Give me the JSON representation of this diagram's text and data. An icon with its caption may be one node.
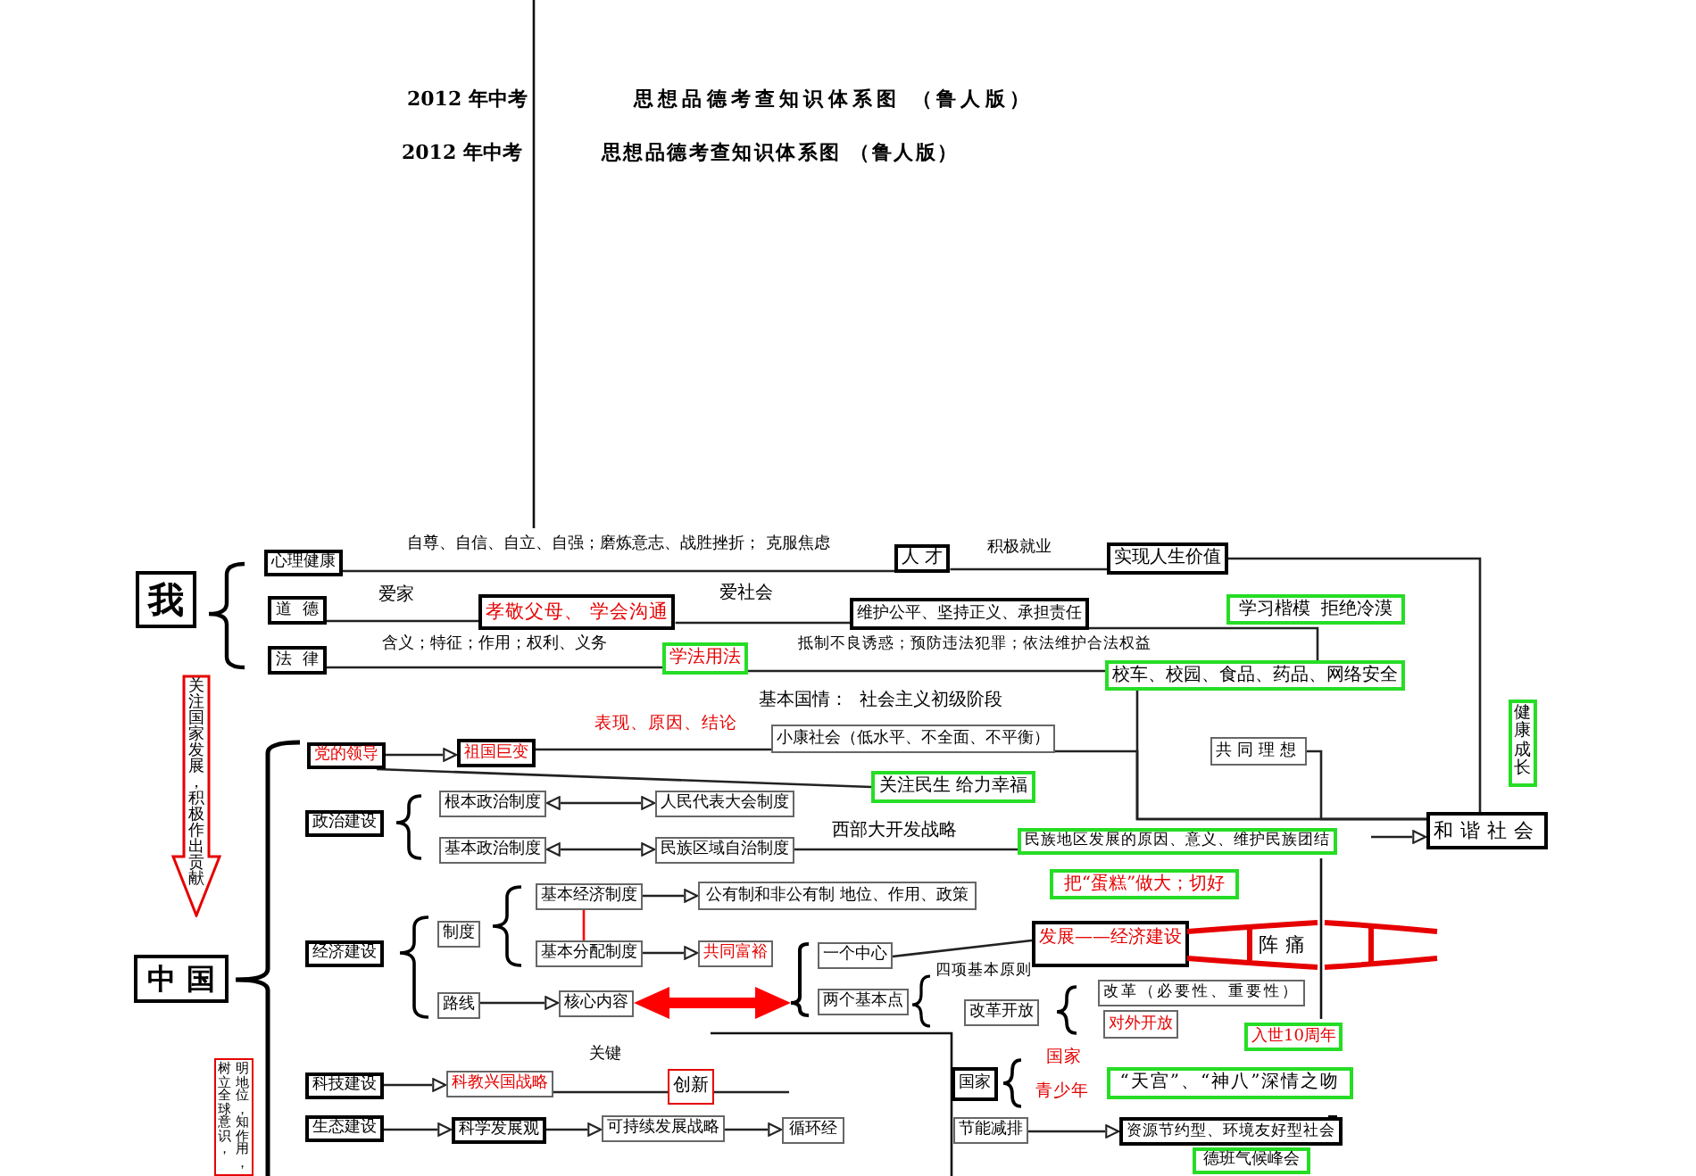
{
  "diagram": {
    "nodes": [
      {
        "text": [
          "我"
        ]
      },
      {
        "text": [
          "心理健康"
        ]
      },
      {
        "text": [
          "道  德"
        ]
      },
      {
        "text": [
          "法  律"
        ]
      },
      {
        "text": [
          "人 才"
        ]
      },
      {
        "text": [
          "实现人生价值"
        ]
      },
      {
        "text": [
          "孝敬父母、 学会沟通"
        ]
      },
      {
        "text": [
          "维护公平、坚持正义、承担责任"
        ]
      },
      {
        "text": [
          "学习楷模  拒绝冷漠"
        ]
      },
      {
        "text": [
          "学法用法"
        ]
      },
      {
        "text": [
          "校车、校园、食品、药品、网络安全"
        ]
      },
      {
        "text": [
          "健康成长"
        ]
      },
      {
        "text": [
          "关注国家发展，积极作出贡献"
        ]
      },
      {
        "text": [
          "中 国"
        ]
      },
      {
        "text": [
          "明地位，知作用，树立全球意识，"
        ]
      },
      {
        "text": [
          "党的领导"
        ]
      },
      {
        "text": [
          "祖国巨变"
        ]
      },
      {
        "text": [
          "小康社会（低水平、不全面、不平衡）"
        ]
      },
      {
        "text": [
          "共同理想"
        ]
      },
      {
        "text": [
          "关注民生 给力幸福"
        ]
      },
      {
        "text": [
          "政治建设"
        ]
      },
      {
        "text": [
          "根本政治制度"
        ]
      },
      {
        "text": [
          "人民代表大会制度"
        ]
      },
      {
        "text": [
          "基本政治制度"
        ]
      },
      {
        "text": [
          "民族区域自治制度"
        ]
      },
      {
        "text": [
          "民族地区发展的原因、意义、维护民族团结"
        ]
      },
      {
        "text": [
          "把“蛋糕”做大；切好"
        ]
      },
      {
        "text": [
          "和谐社会"
        ]
      },
      {
        "text": [
          "经济建设"
        ]
      },
      {
        "text": [
          "制度"
        ]
      },
      {
        "text": [
          "基本经济制度"
        ]
      },
      {
        "text": [
          "公有制和非公有制 地位、作用、政策"
        ]
      },
      {
        "text": [
          "基本分配制度"
        ]
      },
      {
        "text": [
          "共同富裕"
        ]
      },
      {
        "text": [
          "路线"
        ]
      },
      {
        "text": [
          "核心内容"
        ]
      },
      {
        "text": [
          "一个中心"
        ]
      },
      {
        "text": [
          "两个基本点"
        ]
      },
      {
        "text": [
          "发展——经济建设"
        ]
      },
      {
        "text": [
          "阵痛"
        ]
      },
      {
        "text": [
          "改革开放"
        ]
      },
      {
        "text": [
          "改革（必要性、重要性）"
        ]
      },
      {
        "text": [
          "对外开放"
        ]
      },
      {
        "text": [
          "入世10周年"
        ]
      },
      {
        "text": [
          "国家"
        ]
      },
      {
        "text": [
          "“天宫”、“神八”深情之吻"
        ]
      },
      {
        "text": [
          "科技建设"
        ]
      },
      {
        "text": [
          "科教兴国战略"
        ]
      },
      {
        "text": [
          "创新"
        ]
      },
      {
        "text": [
          "生态建设"
        ]
      },
      {
        "text": [
          "科学发展观"
        ]
      },
      {
        "text": [
          "可持续发展战略"
        ]
      },
      {
        "text": [
          "循环经"
        ]
      },
      {
        "text": [
          "节能减排"
        ]
      },
      {
        "text": [
          "资源节约型、环境友好型社会"
        ]
      },
      {
        "text": [
          "德班气候峰会"
        ]
      }
    ],
    "edges": [
      {
        "from": 1,
        "to": 4,
        "arrow": "none",
        "label": "自尊、自信、自立、自强；磨炼意志、战胜挫折； 克服焦虑"
      },
      {
        "from": 4,
        "to": 5,
        "arrow": "none",
        "label": "积极就业"
      },
      {
        "from": 2,
        "to": 6,
        "arrow": "none",
        "label": "爱家"
      },
      {
        "from": 6,
        "to": 7,
        "arrow": "none",
        "label": "爱社会"
      },
      {
        "from": 3,
        "to": 9,
        "arrow": "none",
        "label": "含义；特征；作用；权利、义务"
      },
      {
        "from": 9,
        "to": 10,
        "arrow": "none",
        "label": "抵制不良诱惑；预防违法犯罪；依法维护合法权益"
      },
      {
        "from": 5,
        "to": 27,
        "arrow": "none"
      },
      {
        "from": 15,
        "to": 16,
        "arrow": "to"
      },
      {
        "from": 16,
        "to": 17,
        "arrow": "none",
        "label": "表现、原因、结论"
      },
      {
        "from": 15,
        "to": 19,
        "arrow": "none"
      },
      {
        "from": 21,
        "to": 22,
        "arrow": "both"
      },
      {
        "from": 23,
        "to": 24,
        "arrow": "both"
      },
      {
        "from": 24,
        "to": 25,
        "arrow": "none",
        "label": "西部大开发战略"
      },
      {
        "from": 30,
        "to": 31,
        "arrow": "to"
      },
      {
        "from": 30,
        "to": 32,
        "arrow": "none",
        "color": "#ff0000"
      },
      {
        "from": 32,
        "to": 33,
        "arrow": "to"
      },
      {
        "from": 34,
        "to": 35,
        "arrow": "to"
      },
      {
        "from": 35,
        "to": 36,
        "arrow": "both",
        "style": "thick",
        "color": "#ff0000"
      },
      {
        "from": 35,
        "to": 37,
        "arrow": "both",
        "style": "thick",
        "color": "#ff0000"
      },
      {
        "from": 36,
        "to": 38,
        "arrow": "none"
      },
      {
        "from": 10,
        "to": 27,
        "arrow": "none"
      },
      {
        "from": 18,
        "to": 27,
        "arrow": "none"
      },
      {
        "from": null,
        "to": 27,
        "arrow": "to"
      },
      {
        "from": 46,
        "to": 47,
        "arrow": "to"
      },
      {
        "from": 47,
        "to": 48,
        "arrow": "none",
        "label": "关键"
      },
      {
        "from": 48,
        "to": null,
        "arrow": "none"
      },
      {
        "from": 49,
        "to": 50,
        "arrow": "to"
      },
      {
        "from": 50,
        "to": 51,
        "arrow": "to"
      },
      {
        "from": 51,
        "to": 52,
        "arrow": "to"
      },
      {
        "from": 53,
        "to": 54,
        "arrow": "to"
      },
      {
        "from": 17,
        "to": 27,
        "arrow": "none"
      },
      {
        "from": 7,
        "to": 10,
        "arrow": "none"
      }
    ],
    "labels": [
      "2012 年中考",
      "思想品德考查知识体系图 （鲁人版）",
      "2012 年中考",
      "思想品德考查知识体系图 （鲁人版）",
      "基本国情：  社会主义初级阶段",
      "四项基本原则",
      "国家",
      "青少年"
    ]
  }
}
